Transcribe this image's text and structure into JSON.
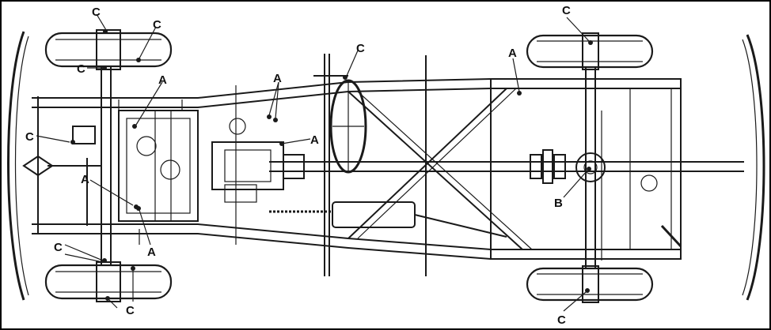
{
  "diagram": {
    "labels": {
      "c1": "C",
      "c2": "C",
      "c3": "C",
      "c4": "C",
      "c5": "C",
      "c6": "C",
      "c7": "C",
      "c8": "C",
      "c9": "C",
      "a1": "A",
      "a2": "A",
      "a3": "A",
      "a4": "A",
      "a5": "A",
      "a6": "A",
      "b1": "B"
    }
  }
}
